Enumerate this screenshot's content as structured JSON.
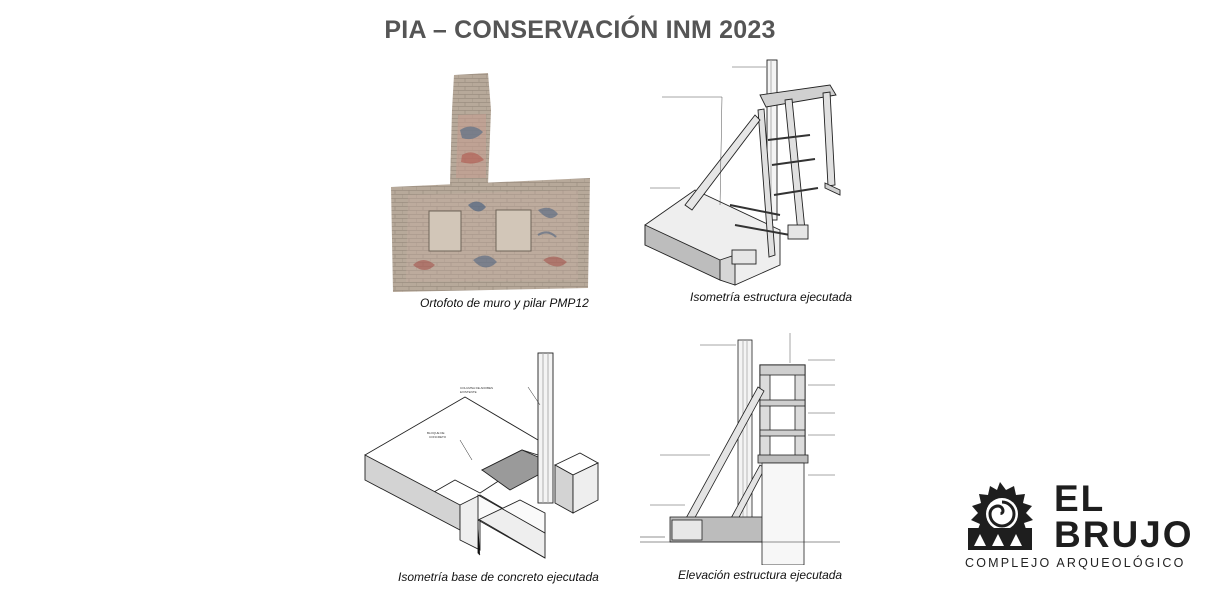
{
  "page": {
    "title": "PIA – CONSERVACIÓN INM 2023"
  },
  "panels": {
    "orthophoto": {
      "caption": "Ortofoto de muro y pilar  PMP12",
      "icon": "wall-photo"
    },
    "isometric_structure": {
      "caption": "Isometría estructura ejecutada",
      "icon": "isometric-drawing"
    },
    "isometric_base": {
      "caption": "Isometría base de concreto ejecutada",
      "icon": "isometric-drawing",
      "labels": {
        "block": [
          "BLOQUE DE",
          "CONCRETO"
        ],
        "column": [
          "COLUMNA DE ADOBES",
          "EXISTENTE"
        ]
      }
    },
    "elevation": {
      "caption": "Elevación estructura ejecutada",
      "icon": "elevation-drawing"
    }
  },
  "logo": {
    "line1": "EL",
    "line2": "BRUJO",
    "subtitle": "COMPLEJO ARQUEOLÓGICO",
    "icon": "el-brujo-emblem",
    "color": "#1e1e1e"
  }
}
